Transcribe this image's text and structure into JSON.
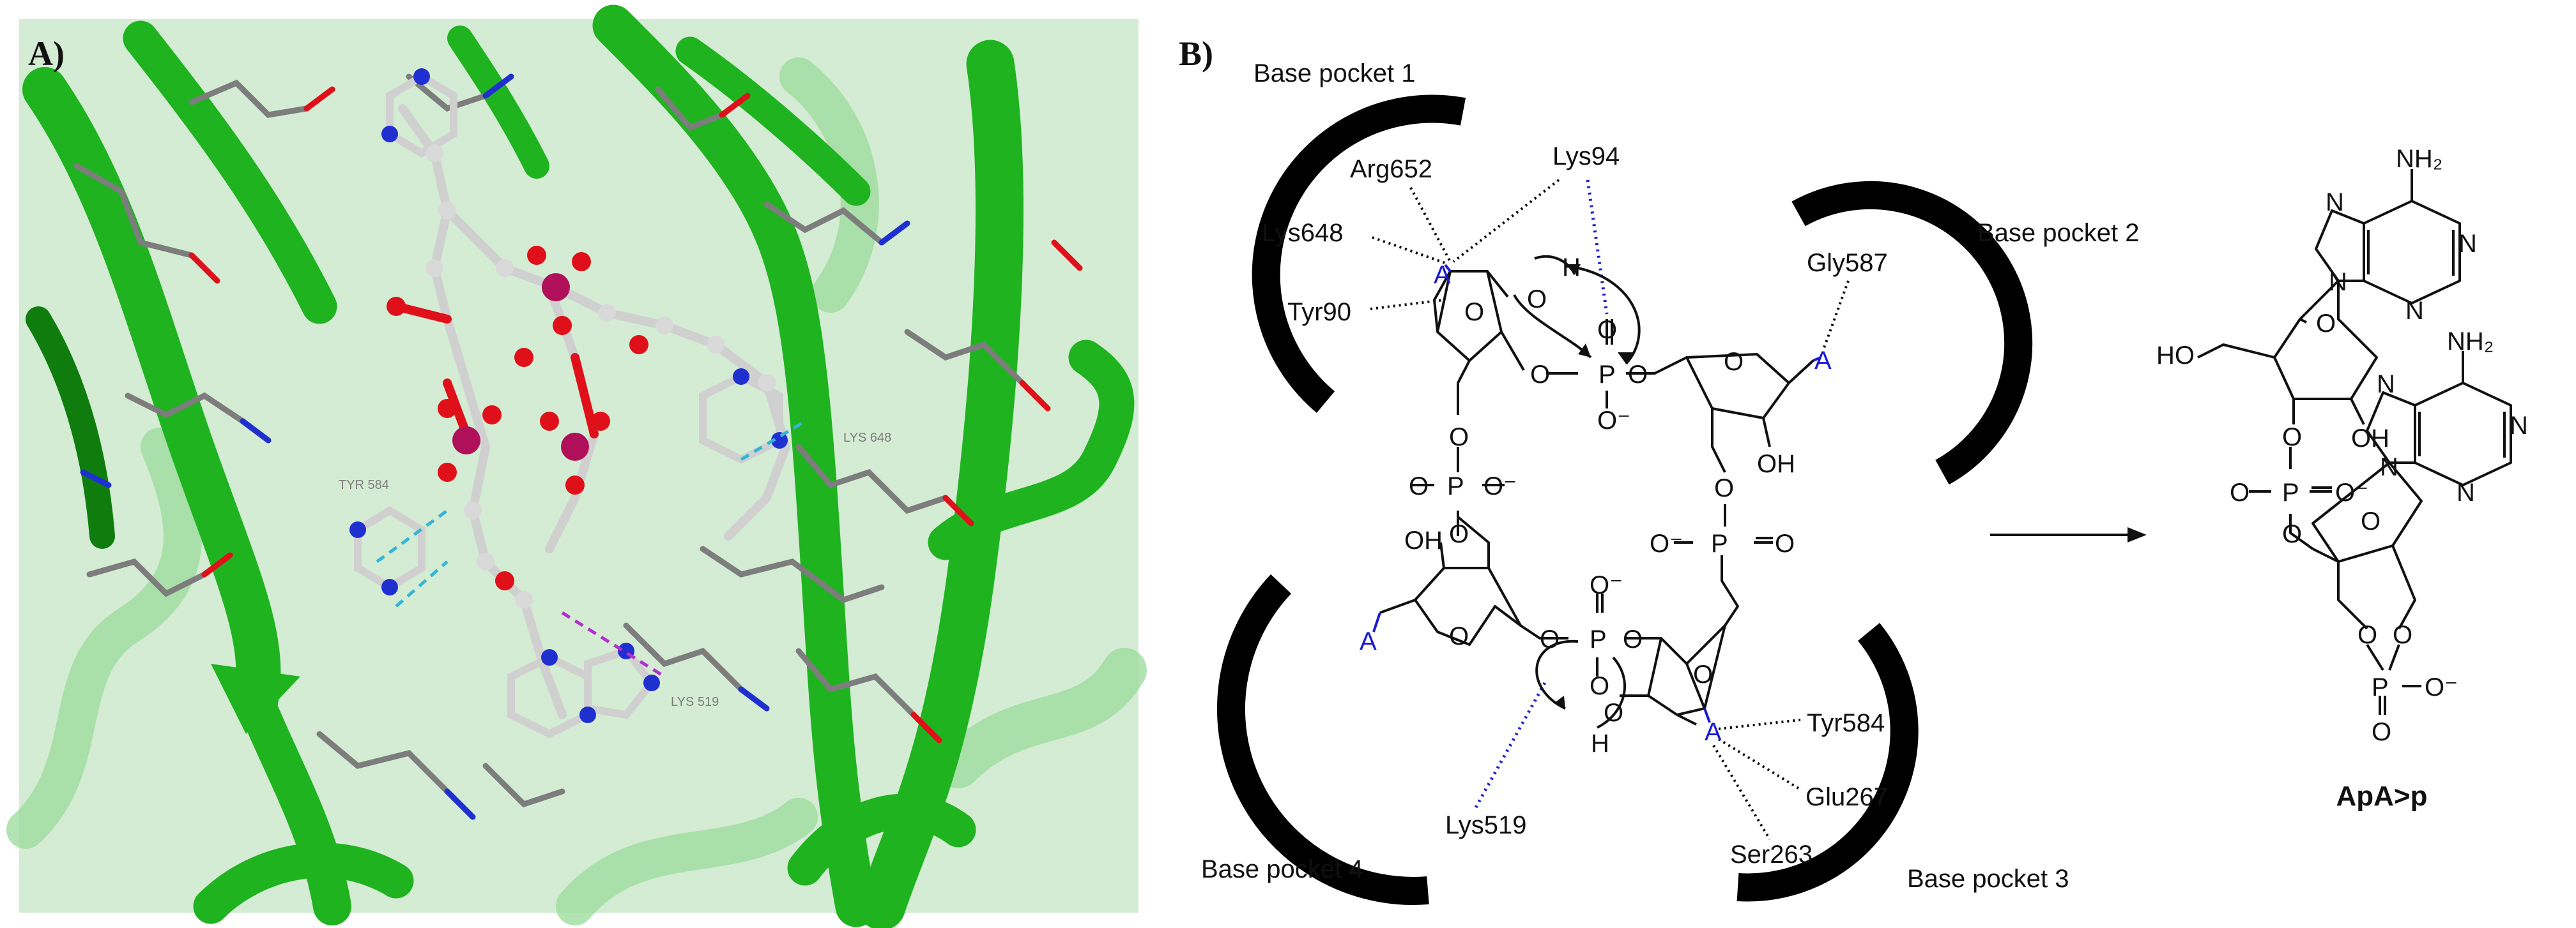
{
  "panel_a": {
    "label": "A)",
    "residue_labels": [
      "TYR 584",
      "LYS 648",
      "LYS 519"
    ],
    "colors": {
      "ribbon": "#1fb31f",
      "ribbon_dark": "#0e7d0e",
      "ribbon_light": "#9fdc9f",
      "oxygen": "#e0101a",
      "phosphorus": "#b0105a",
      "nitrogen": "#2030d0",
      "carbon": "#bdbdbd",
      "stick": "#7d7d7d",
      "hbond_cyan": "#34b6d6",
      "hbond_magenta": "#b42fd0"
    }
  },
  "panel_b": {
    "label": "B)",
    "pockets": [
      "Base pocket 1",
      "Base pocket 2",
      "Base pocket 3",
      "Base pocket 4"
    ],
    "residues": [
      "Arg652",
      "Lys94",
      "Lys648",
      "Tyr90",
      "Gly587",
      "Tyr584",
      "Glu267",
      "Ser263",
      "Lys519"
    ],
    "base_letter": "A",
    "atoms": {
      "O": "O",
      "P": "P",
      "H": "H",
      "OH": "OH",
      "Ominus": "O⁻",
      "HO": "HO",
      "NH2": "NH₂",
      "N": "N"
    },
    "product_label": "ApA>p",
    "colors": {
      "bond": "#111111",
      "base": "#1a1ad4",
      "interaction_blue": "#1a1ad4"
    }
  }
}
